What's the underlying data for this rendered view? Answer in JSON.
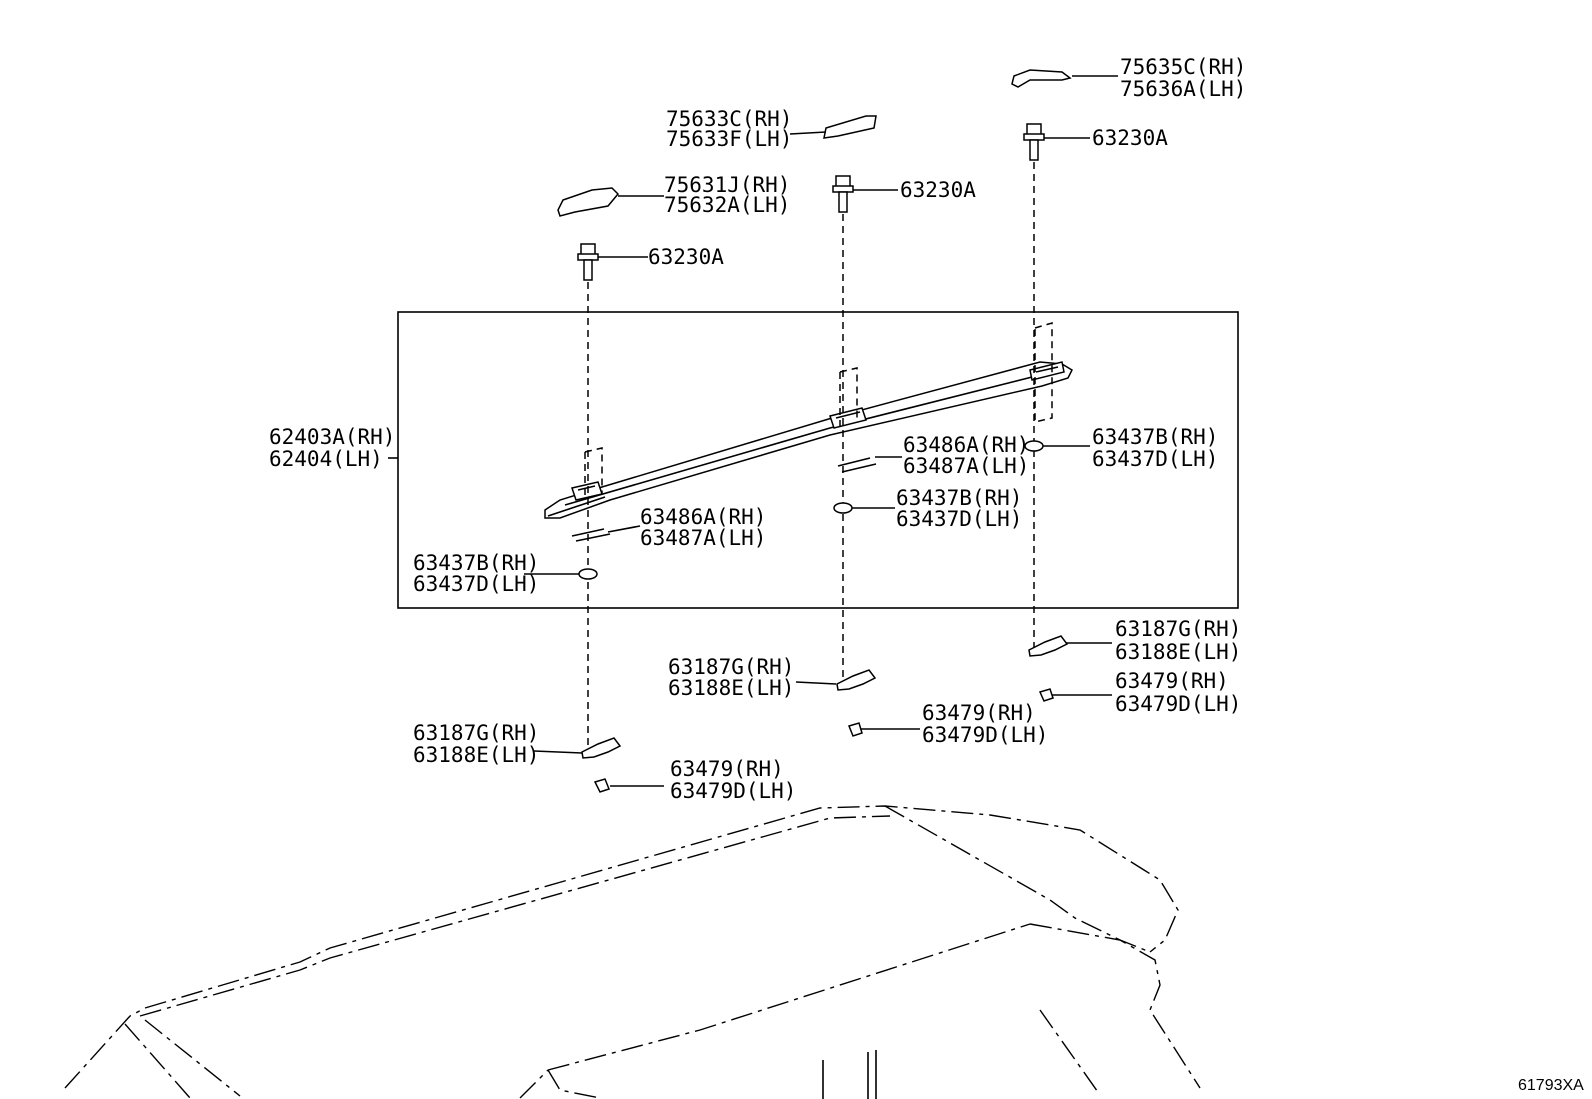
{
  "callouts": {
    "c1": [
      "75635C(RH)",
      "75636A(LH)"
    ],
    "c2": [
      "75633C(RH)",
      "75633F(LH)"
    ],
    "c3": [
      "75631J(RH)",
      "75632A(LH)"
    ],
    "c4": [
      "63230A"
    ],
    "c5": [
      "63230A"
    ],
    "c6": [
      "63230A"
    ],
    "c7": [
      "62403A(RH)",
      "62404(LH)"
    ],
    "c8": [
      "63486A(RH)",
      "63487A(LH)"
    ],
    "c9": [
      "63437B(RH)",
      "63437D(LH)"
    ],
    "c10": [
      "63437B(RH)",
      "63437D(LH)"
    ],
    "c11": [
      "63486A(RH)",
      "63487A(LH)"
    ],
    "c12": [
      "63437B(RH)",
      "63437D(LH)"
    ],
    "c13": [
      "63187G(RH)",
      "63188E(LH)"
    ],
    "c14": [
      "63187G(RH)",
      "63188E(LH)"
    ],
    "c15": [
      "63479(RH)",
      "63479D(LH)"
    ],
    "c16": [
      "63479(RH)",
      "63479D(LH)"
    ],
    "c17": [
      "63187G(RH)",
      "63188E(LH)"
    ],
    "c18": [
      "63479(RH)",
      "63479D(LH)"
    ]
  },
  "diagram_code": "61793XA"
}
